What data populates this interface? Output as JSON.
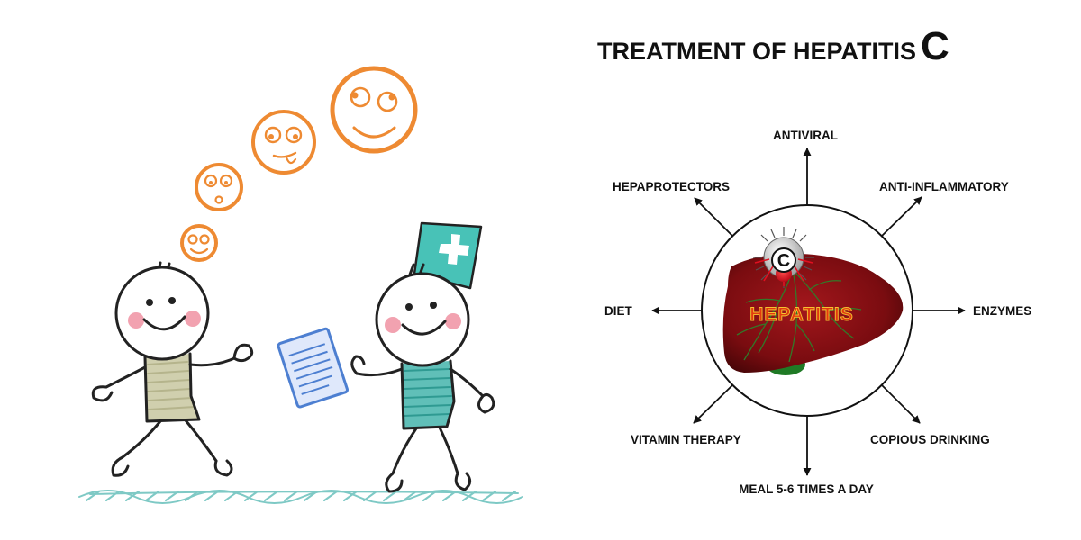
{
  "diagram": {
    "title_main": "TREATMENT OF HEPATITIS",
    "title_letter": "C",
    "center_letter": "C",
    "center_word": "HEPATITIS",
    "treatments": {
      "top": "ANTIVIRAL",
      "top_right": "ANTI-INFLAMMATORY",
      "right": "ENZYMES",
      "bottom_right": "COPIOUS DRINKING",
      "bottom": "MEAL 5-6 TIMES A DAY",
      "bottom_left": "VITAMIN THERAPY",
      "left": "DIET",
      "top_left": "HEPAPROTECTORS"
    }
  },
  "colors": {
    "face_orange": "#ee8a32",
    "cap_teal": "#48c2b7",
    "liver_red": "#7a0c10",
    "gallbladder_green": "#1f7a25",
    "ground_teal": "#7ec9c5",
    "cheek_pink": "#f2a2b0",
    "shirt_left": "#c8c7a0",
    "shirt_right": "#4fb8b0",
    "clipboard_blue": "#4d7fd1"
  },
  "icons": [
    "patient-figure",
    "doctor-figure",
    "emotion-face",
    "liver",
    "virus",
    "medical-cross"
  ]
}
